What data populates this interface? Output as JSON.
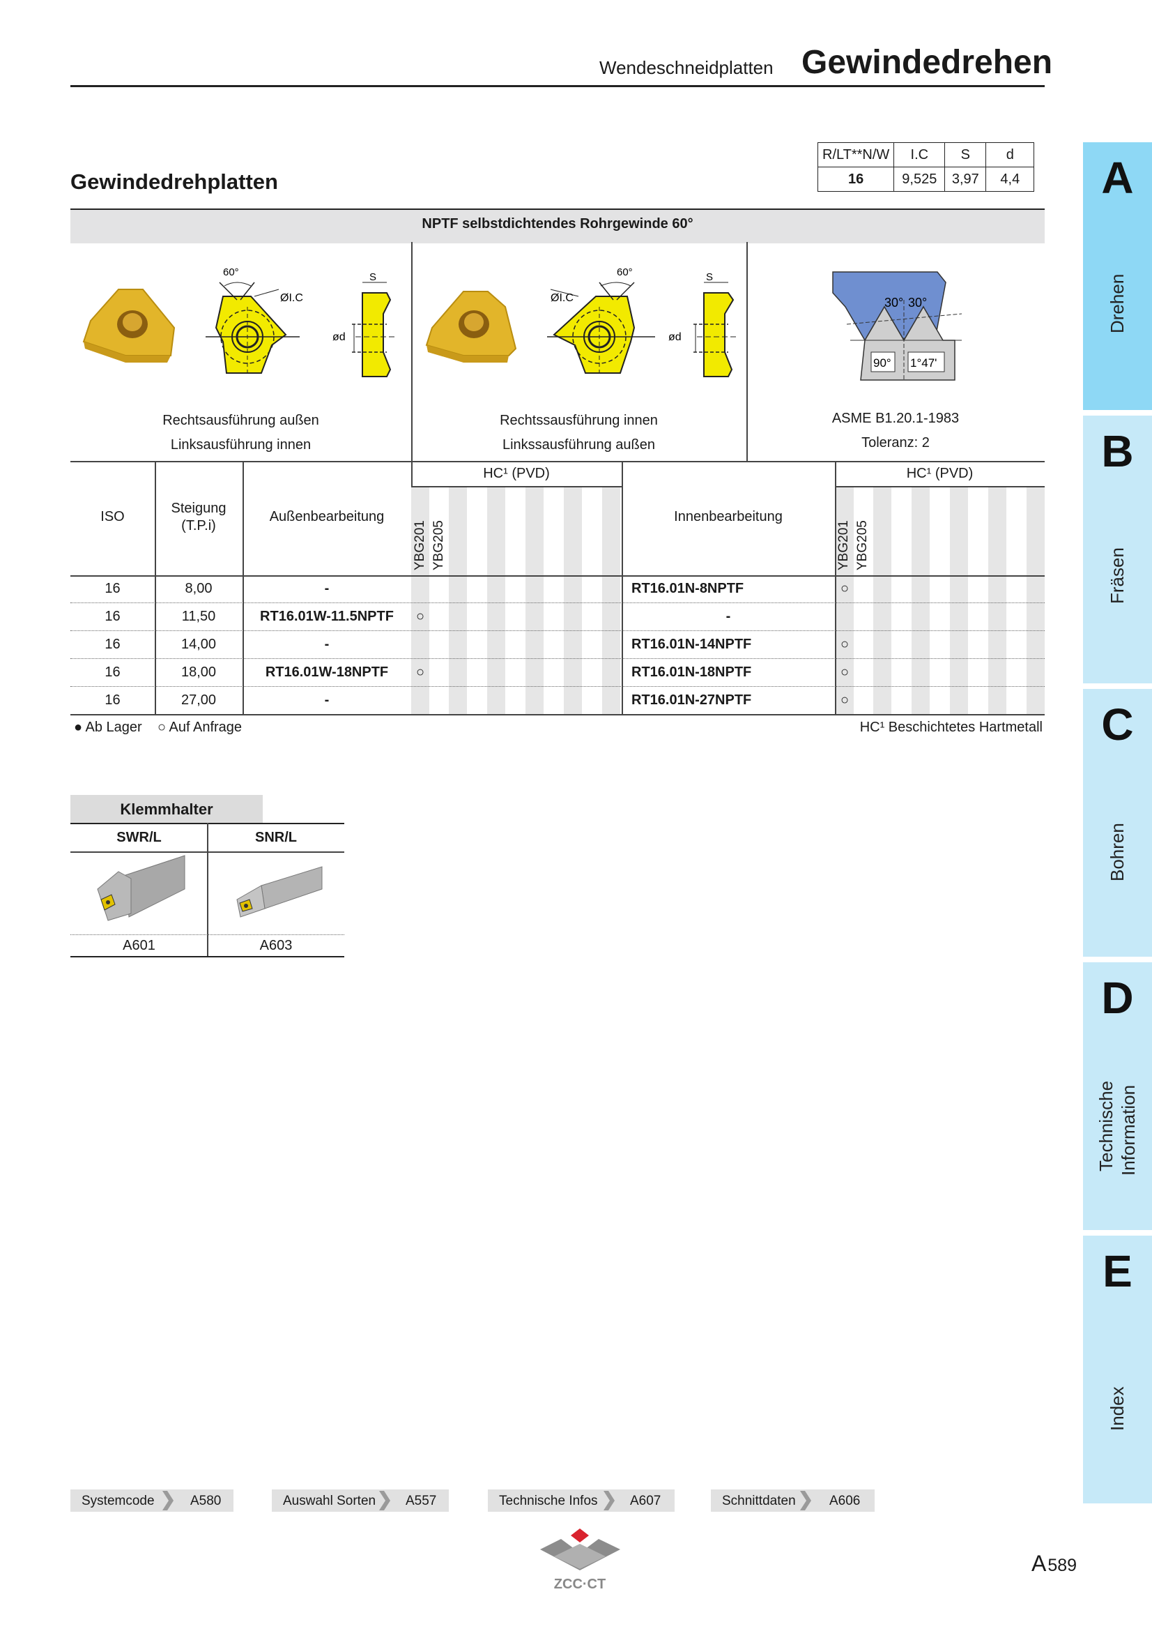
{
  "header": {
    "subtitle": "Wendeschneidplatten",
    "title": "Gewindedrehen"
  },
  "section_title": "Gewindedrehplatten",
  "dim_table": {
    "headers": [
      "R/LT**N/W",
      "I.C",
      "S",
      "d"
    ],
    "values": [
      "16",
      "9,525",
      "3,97",
      "4,4"
    ]
  },
  "band_title": "NPTF selbstdichtendes Rohrgewinde 60°",
  "diagrams": {
    "angle": "60°",
    "ic": "ØI.C",
    "s": "S",
    "od": "ød",
    "thread_a1": "30°",
    "thread_a2": "30°",
    "thread_a3": "90°",
    "thread_a4": "1°47'"
  },
  "captions": {
    "left_1": "Rechtsausführung außen",
    "left_2": "Linksausführung innen",
    "mid_1": "Rechtssausführung innen",
    "mid_2": "Linkssausführung außen",
    "right_1": "ASME B1.20.1-1983",
    "right_2": "Toleranz: 2"
  },
  "table": {
    "col_iso": "ISO",
    "col_pitch": "Steigung\n(T.P.i)",
    "col_pitch_l1": "Steigung",
    "col_pitch_l2": "(T.P.i)",
    "col_ext": "Außenbearbeitung",
    "col_int": "Innenbearbeitung",
    "grade_group": "HC¹ (PVD)",
    "grades": [
      "YBG201",
      "YBG205"
    ],
    "rows": [
      {
        "iso": "16",
        "pitch": "8,00",
        "ext": "-",
        "ext_g1": "",
        "int": "RT16.01N-8NPTF",
        "int_g1": "○"
      },
      {
        "iso": "16",
        "pitch": "11,50",
        "ext": "RT16.01W-11.5NPTF",
        "ext_g1": "○",
        "int": "-",
        "int_g1": ""
      },
      {
        "iso": "16",
        "pitch": "14,00",
        "ext": "-",
        "ext_g1": "",
        "int": "RT16.01N-14NPTF",
        "int_g1": "○"
      },
      {
        "iso": "16",
        "pitch": "18,00",
        "ext": "RT16.01W-18NPTF",
        "ext_g1": "○",
        "int": "RT16.01N-18NPTF",
        "int_g1": "○"
      },
      {
        "iso": "16",
        "pitch": "27,00",
        "ext": "-",
        "ext_g1": "",
        "int": "RT16.01N-27NPTF",
        "int_g1": "○"
      }
    ]
  },
  "legend": {
    "stock": "● Ab Lager",
    "request": "○ Auf Anfrage",
    "note": "HC¹ Beschichtetes Hartmetall"
  },
  "holder": {
    "title": "Klemmhalter",
    "cols": [
      "SWR/L",
      "SNR/L"
    ],
    "pages": [
      "A601",
      "A603"
    ]
  },
  "tabs": [
    {
      "letter": "A",
      "word": "Drehen"
    },
    {
      "letter": "B",
      "word": "Fräsen"
    },
    {
      "letter": "C",
      "word": "Bohren"
    },
    {
      "letter": "D",
      "word1": "Technische",
      "word2": "Information"
    },
    {
      "letter": "E",
      "word": "Index"
    }
  ],
  "footer_nav": [
    {
      "label": "Systemcode",
      "page": "A580"
    },
    {
      "label": "Auswahl Sorten",
      "page": "A557"
    },
    {
      "label": "Technische Infos",
      "page": "A607"
    },
    {
      "label": "Schnittdaten",
      "page": "A606"
    }
  ],
  "logo_text": "ZCC·CT",
  "page_number": {
    "prefix": "A",
    "number": "589"
  },
  "colors": {
    "tab_active": "#8ed8f5",
    "tab": "#c6e9f8",
    "insert_yellow": "#f2ea00",
    "insert_gold": "#e2b52a",
    "thread_blue": "#6f8fd0"
  }
}
